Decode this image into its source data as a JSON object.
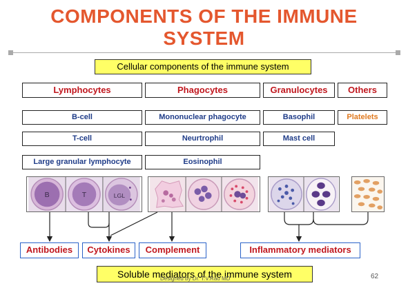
{
  "title_line1": "COMPONENTS OF THE IMMUNE",
  "title_line2": "SYSTEM",
  "cellular_banner": "Cellular components of the immune system",
  "categories": {
    "lymphocytes": "Lymphocytes",
    "phagocytes": "Phagocytes",
    "granulocytes": "Granulocytes",
    "others": "Others"
  },
  "lymphocytes": [
    "B-cell",
    "T-cell",
    "Large granular lymphocyte"
  ],
  "phagocytes": [
    "Mononuclear phagocyte",
    "Neurtrophil",
    "Eosinophil"
  ],
  "granulocytes": [
    "Basophil",
    "Mast cell"
  ],
  "others": [
    "Platelets"
  ],
  "cell_image_labels": {
    "b": "B",
    "t": "T",
    "lgl": "LGL"
  },
  "mediators": {
    "antibodies": "Antibodies",
    "cytokines": "Cytokines",
    "complement": "Complement",
    "inflammatory": "Inflammatory mediators"
  },
  "soluble_banner": "Soluble mediators of the immune system",
  "footer": "Designed by Dr. T.V.Rao MD",
  "page_number": "62",
  "colors": {
    "title": "#e4572e",
    "banner": "#ffff66",
    "category_text": "#c0171e",
    "cell_text": "#1f3c88",
    "platelets_text": "#e07a20",
    "mediator_border": "#2a62c8"
  }
}
